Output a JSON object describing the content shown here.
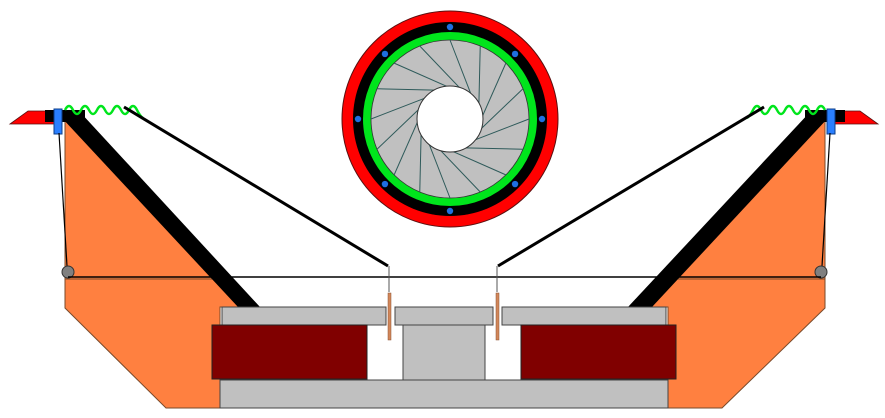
{
  "colors": {
    "background": "#ffffff",
    "frame": "#ff8040",
    "frame_outline": "#7a4a2a",
    "surround_red": "#ff0000",
    "surround_green": "#00e51c",
    "wire": "#000000",
    "pole_piece_grey": "#c0c0c0",
    "magnet": "#800000",
    "voice_coil_lead": "#d2875a",
    "bolt_blue": "#1e6fe0",
    "clip_blue": "#2a7fff",
    "pivot_grey": "#808080"
  },
  "icons": {
    "cone_circle": "circular-diaphragm-with-spokes",
    "bolts": "blue-dot",
    "surround": "green-ring",
    "pivot": "grey-circle"
  }
}
